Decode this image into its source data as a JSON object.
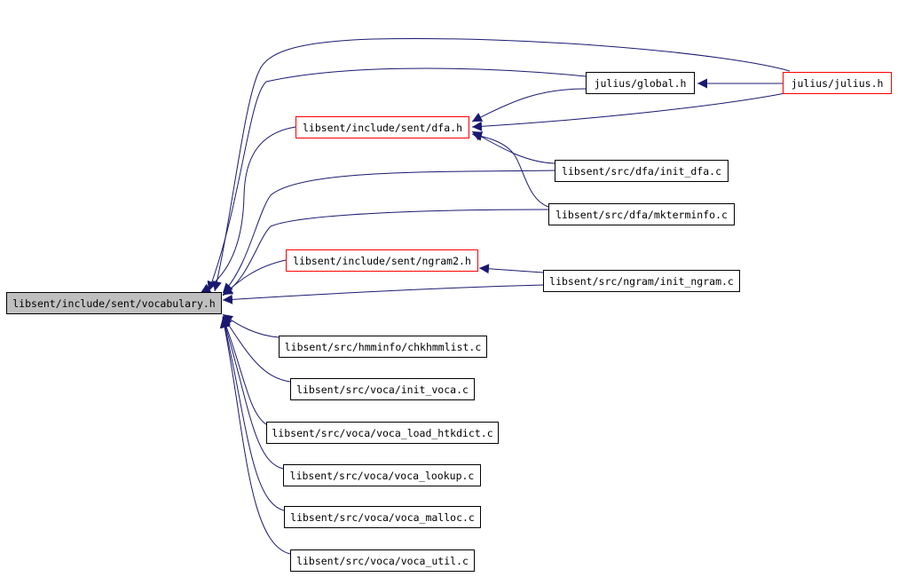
{
  "colors": {
    "edge": "#191970",
    "node_border": "#000000",
    "incomplete_border": "#ff0000",
    "root_fill": "#bfbfbf"
  },
  "graph": {
    "root": {
      "label": "libsent/include/sent/vocabulary.h"
    },
    "nodes": {
      "julius_h": {
        "label": "julius/julius.h"
      },
      "global_h": {
        "label": "julius/global.h"
      },
      "dfa_h": {
        "label": "libsent/include/sent/dfa.h"
      },
      "init_dfa": {
        "label": "libsent/src/dfa/init_dfa.c"
      },
      "mkterminfo": {
        "label": "libsent/src/dfa/mkterminfo.c"
      },
      "ngram2_h": {
        "label": "libsent/include/sent/ngram2.h"
      },
      "init_ngram": {
        "label": "libsent/src/ngram/init_ngram.c"
      },
      "chkhmmlist": {
        "label": "libsent/src/hmminfo/chkhmmlist.c"
      },
      "init_voca": {
        "label": "libsent/src/voca/init_voca.c"
      },
      "voca_load": {
        "label": "libsent/src/voca/voca_load_htkdict.c"
      },
      "voca_lookup": {
        "label": "libsent/src/voca/voca_lookup.c"
      },
      "voca_malloc": {
        "label": "libsent/src/voca/voca_malloc.c"
      },
      "voca_util": {
        "label": "libsent/src/voca/voca_util.c"
      }
    }
  }
}
